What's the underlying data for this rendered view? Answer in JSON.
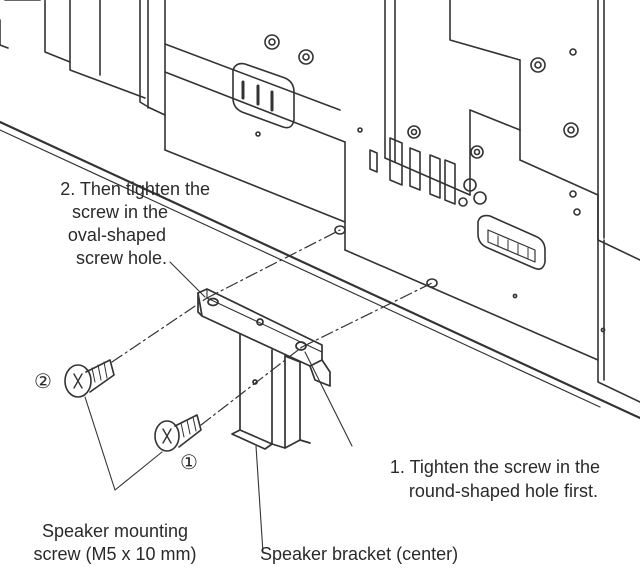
{
  "labels": {
    "step2": [
      "2. Then tighten the",
      "screw in the",
      "oval-shaped",
      "screw hole."
    ],
    "step1": [
      "1. Tighten the screw in the",
      "round-shaped hole first."
    ],
    "screw": [
      "Speaker mounting",
      "screw (M5 x 10 mm)"
    ],
    "bracket": "Speaker bracket (center)",
    "marker_1": "①",
    "marker_2": "②"
  },
  "colors": {
    "line": "#333333",
    "text": "#2a2a2a",
    "background": "#ffffff"
  }
}
